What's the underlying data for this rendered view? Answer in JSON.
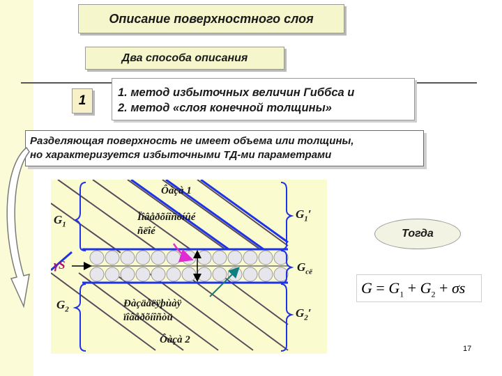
{
  "header": {
    "title": "Описание поверхностного слоя",
    "subtitle": "Два способа описания"
  },
  "methods": {
    "number": "1",
    "items": [
      "1. метод избыточных величин Гиббса и",
      "2. метод «слоя конечной толщины»"
    ]
  },
  "definition": {
    "line1": "Разделяющая поверхность не имеет объема или толщины,",
    "line2": "но характеризуется избыточными ТД-ми параметрами"
  },
  "diagram": {
    "phase1_label": "Ôàçà 1",
    "phase2_label": "Ôàçà 2",
    "g1_label": "G",
    "g1_sub": "1",
    "g2_label": "G",
    "g2_sub": "2",
    "sigma_label": "γS",
    "surface_line1": "Ïîâåðõíîñòíûé",
    "surface_line2": "ñëîé",
    "divide_line1": "Ðàçäåëÿþùàÿ",
    "divide_line2": "ïîâåðõíîñòü",
    "g1p_label": "G",
    "g1p_sub": "1",
    "g1p_prime": "′",
    "g2p_label": "G",
    "g2p_sub": "2",
    "g2p_prime": "′",
    "gsl_label": "G",
    "gsl_sub": "сë"
  },
  "then_label": "Тогда",
  "formula": {
    "lhs": "G",
    "eq": " = ",
    "t1": "G",
    "t1_sub": "1",
    "plus1": " + ",
    "t2": "G",
    "t2_sub": "2",
    "plus2": " + ",
    "sigma": "σs"
  },
  "page_number": "17",
  "colors": {
    "panel": "#f6f6cc",
    "diagram_bg": "#fbfbd0",
    "lines": "#1f33e6",
    "arrow_magenta": "#e02ad6",
    "arrow_teal": "#10807f"
  }
}
